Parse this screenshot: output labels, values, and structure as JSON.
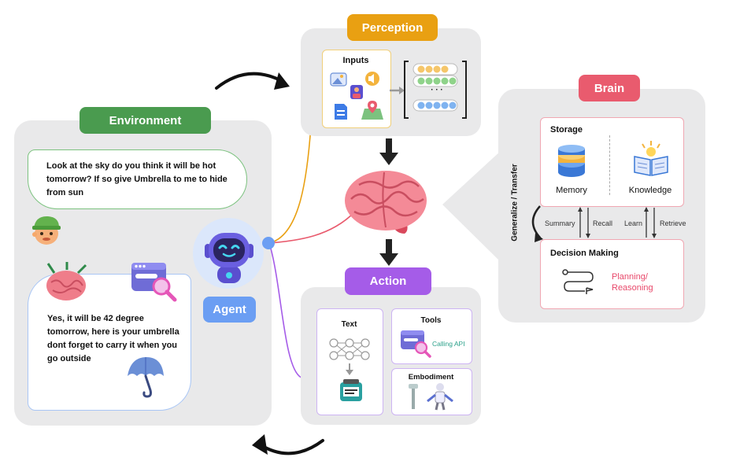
{
  "environment": {
    "title": "Environment",
    "user_message": "Look at the sky do you think it will be hot tomorrow? If so give Umbrella to me to hide from sun",
    "agent_message": "Yes, it will be 42 degree tomorrow, here is your umbrella dont forget to carry it when you go outside"
  },
  "agent": {
    "label": "Agent"
  },
  "perception": {
    "title": "Perception",
    "inputs_label": "Inputs",
    "ellipsis": "· · ·"
  },
  "action": {
    "title": "Action",
    "text_label": "Text",
    "tools_label": "Tools",
    "calling_api": "Calling API",
    "embodiment_label": "Embodiment"
  },
  "brain": {
    "title": "Brain",
    "storage_label": "Storage",
    "memory_label": "Memory",
    "knowledge_label": "Knowledge",
    "generalize_label": "Generalize / Transfer",
    "summary_label": "Summary",
    "recall_label": "Recall",
    "learn_label": "Learn",
    "retrieve_label": "Retrieve",
    "decision_label": "Decision Making",
    "planning_label": "Planning/",
    "reasoning_label": "Reasoning"
  },
  "colors": {
    "environment": "#4a9b4f",
    "perception": "#e9a012",
    "brain": "#e95b6e",
    "action": "#a55ce8",
    "agent": "#6b9ef3",
    "panel": "#e9e9ea",
    "planning_text": "#e8486a"
  }
}
